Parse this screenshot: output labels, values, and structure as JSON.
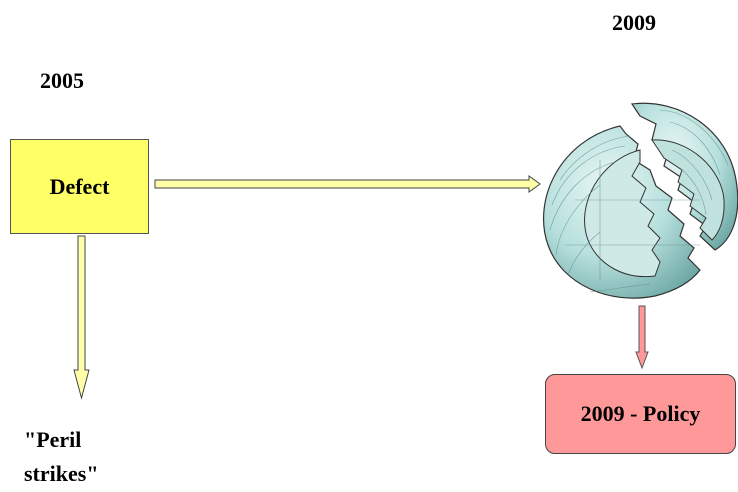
{
  "years": {
    "left": "2005",
    "right": "2009"
  },
  "boxes": {
    "defect": "Defect",
    "policy": "2009 - Policy"
  },
  "peril": {
    "line1": "\"Peril",
    "line2": "strikes\""
  },
  "colors": {
    "defect_fill": "#ffff66",
    "policy_fill": "#ff9999",
    "arrow_yellow": "#ffffaa",
    "arrow_red": "#ff9999",
    "globe": "#aedbd8"
  },
  "icons": {
    "broken_globe": "cracked-sphere-icon"
  }
}
